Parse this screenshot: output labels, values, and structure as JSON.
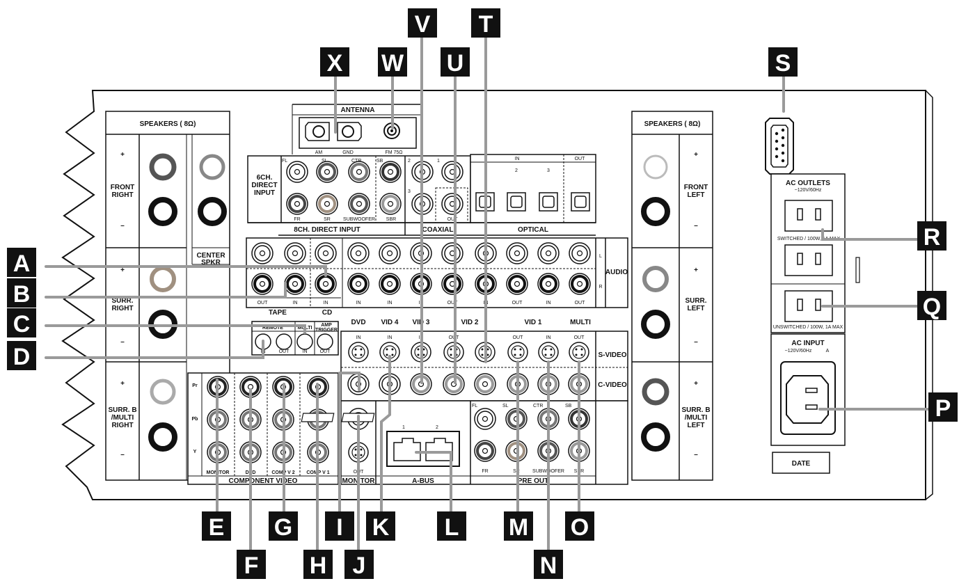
{
  "speakers_left": {
    "header": "SPEAKERS ( 8Ω)",
    "plus": "+",
    "minus": "–",
    "front_right": "FRONT RIGHT",
    "surr_right": "SURR. RIGHT",
    "surr_b_right": "SURR. B /MULTI RIGHT",
    "center": "CENTER SPKR"
  },
  "speakers_right": {
    "header": "SPEAKERS ( 8Ω)",
    "front_left": "FRONT LEFT",
    "surr_left": "SURR. LEFT",
    "surr_b_left": "SURR. B /MULTI LEFT"
  },
  "antenna": {
    "title": "ANTENNA",
    "am": "AM",
    "gnd": "GND",
    "fm": "FM 75Ω"
  },
  "direct_input": {
    "label_6ch": "6CH. DIRECT INPUT",
    "label_8ch": "8CH. DIRECT INPUT",
    "fl": "FL",
    "sl": "SL",
    "ctr": "CTR",
    "sb": "SB",
    "fr": "FR",
    "sr": "SR",
    "subwoofer": "SUBWOOFER",
    "sbr": "SBR"
  },
  "coaxial": {
    "title": "COAXIAL",
    "n1": "1",
    "n2": "2",
    "n3": "3",
    "out": "OUT"
  },
  "optical": {
    "title": "OPTICAL",
    "in": "IN",
    "out": "OUT",
    "n2": "2",
    "n3": "3"
  },
  "audio": {
    "title": "AUDIO",
    "l": "L",
    "r": "R",
    "tape": "TAPE",
    "cd": "CD",
    "in": "IN",
    "out": "OUT"
  },
  "video_sources": [
    "DVD",
    "VID 4",
    "VID 3",
    "VID 2",
    "VID 1",
    "MULTI"
  ],
  "svideo": "S-VIDEO",
  "cvideo": "C-VIDEO",
  "remote": {
    "remote": "REMOTE",
    "multi": "MULTI",
    "amp_trigger": "AMP TRIGGER",
    "in": "IN",
    "out": "OUT"
  },
  "component": {
    "title": "COMPONENT VIDEO",
    "pr": "Pr",
    "pb": "Pb",
    "y": "Y",
    "monitor": "MONITOR",
    "dvd": "DVD",
    "comp_v2": "COMP V 2",
    "comp_v1": "COMP V 1"
  },
  "monitor": {
    "label": "MONITOR",
    "out": "OUT"
  },
  "abus": {
    "label": "A-BUS",
    "n1": "1",
    "n2": "2"
  },
  "preout": {
    "label": "PRE OUT",
    "fl": "FL",
    "sl": "SL",
    "ctr": "CTR",
    "sb": "SB",
    "fr": "FR",
    "sr": "SR",
    "subwoofer": "SUBWOOFER",
    "sbr": "SBR"
  },
  "ac_outlets": {
    "title": "AC OUTLETS",
    "rating": "~120V/60Hz",
    "switched": "SWITCHED / 100W, 1A MAX",
    "unswitched": "UNSWITCHED / 100W, 1A MAX"
  },
  "ac_input": {
    "title": "AC INPUT",
    "rating": "~120V/60Hz",
    "amp": "A"
  },
  "date": "DATE",
  "callouts": [
    "A",
    "B",
    "C",
    "D",
    "E",
    "F",
    "G",
    "H",
    "I",
    "J",
    "K",
    "L",
    "M",
    "N",
    "O",
    "P",
    "Q",
    "R",
    "S",
    "T",
    "U",
    "V",
    "W",
    "X"
  ],
  "colors": {
    "panel": "#ffffff",
    "ink": "#111111",
    "leader": "#9a9a9a",
    "callout_bg": "#111111"
  }
}
